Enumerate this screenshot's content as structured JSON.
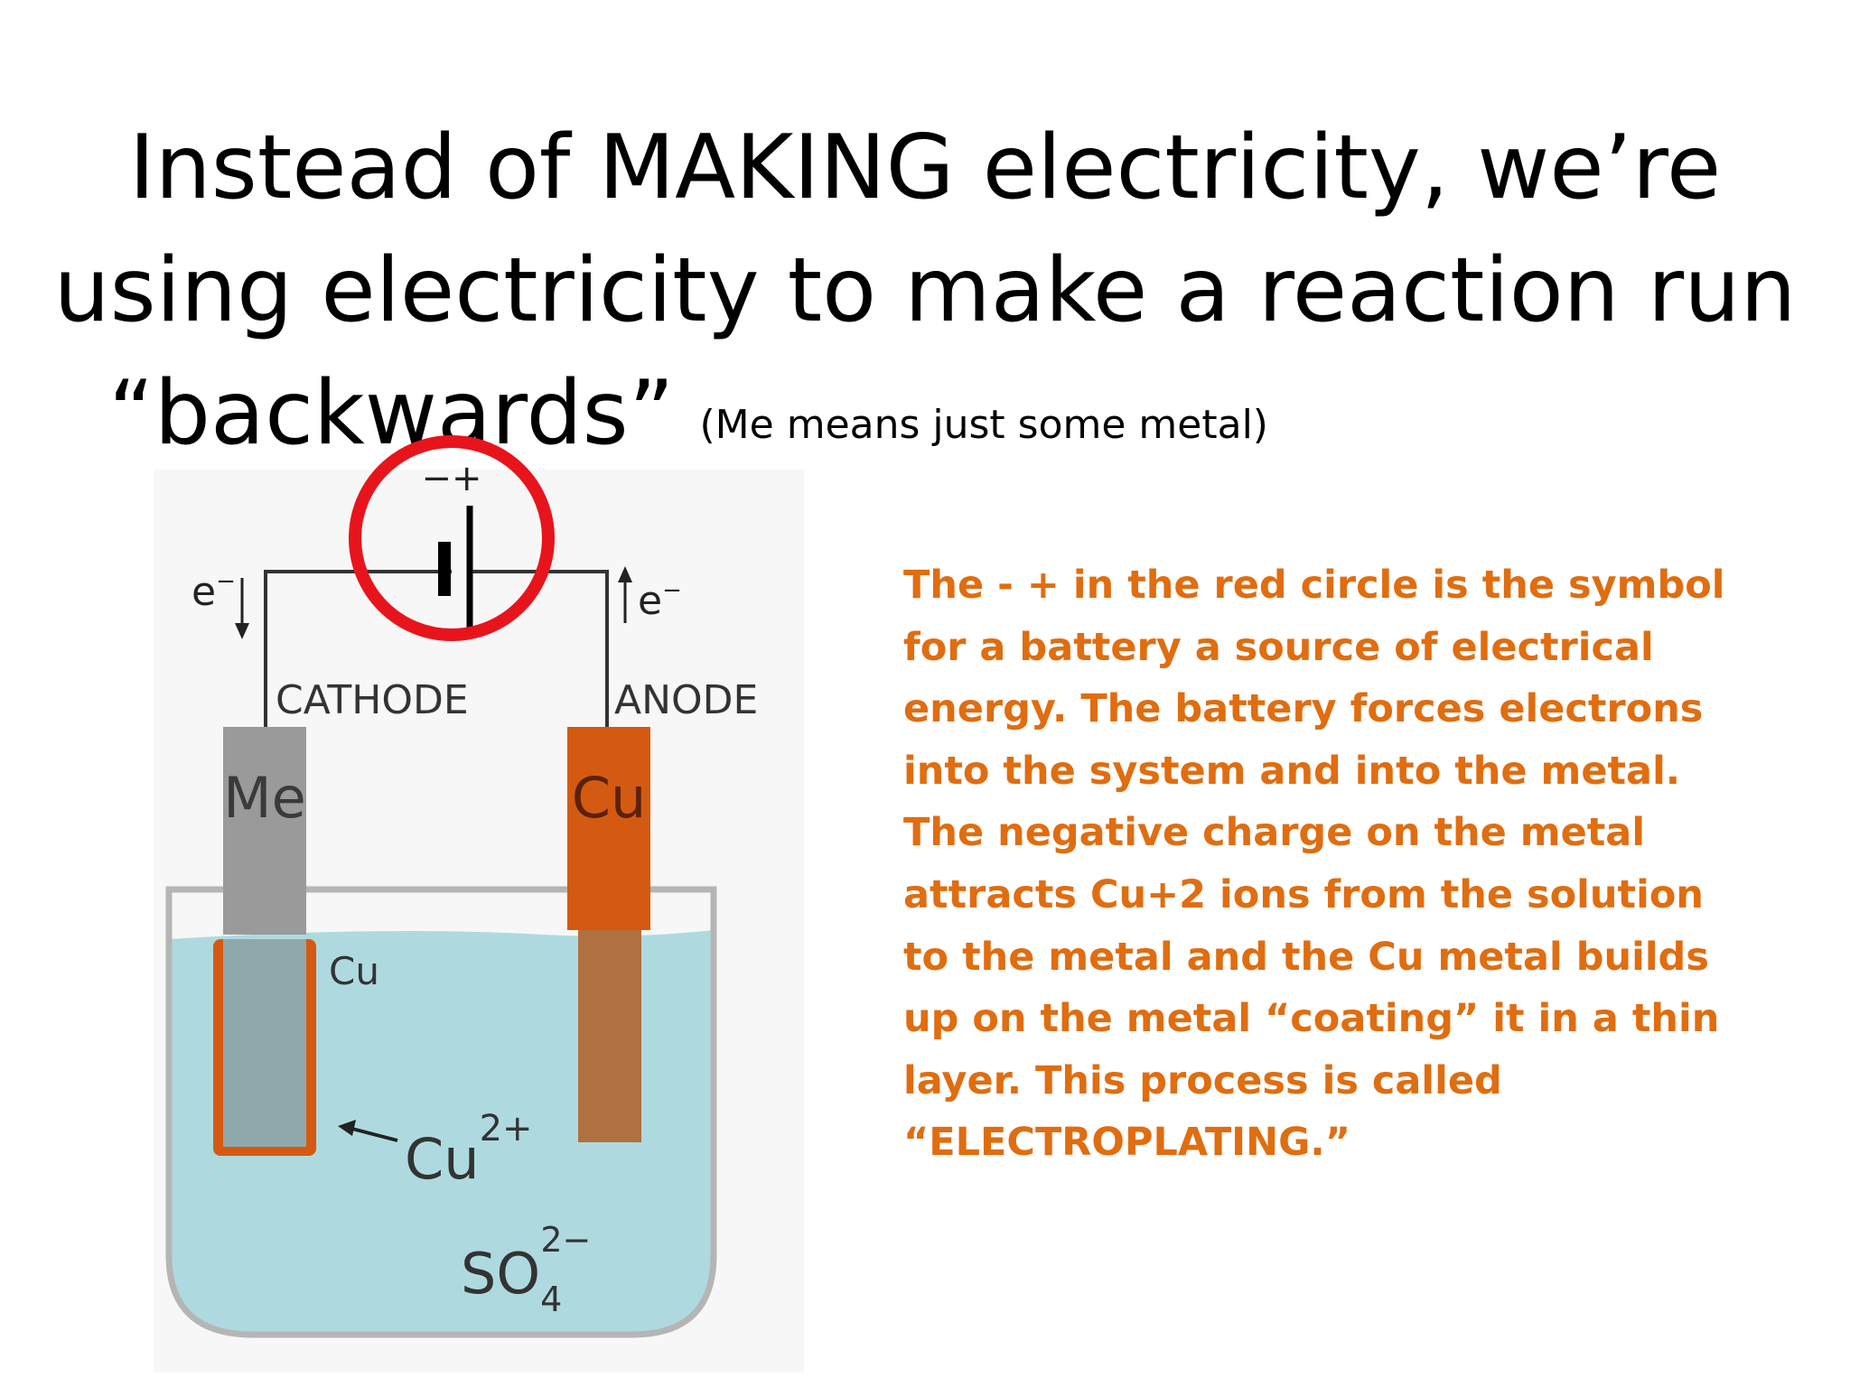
{
  "slide": {
    "title_lines": [
      "Instead of MAKING electricity, we’re",
      "using electricity to make a reaction run",
      "“backwards”"
    ],
    "title_note": "(Me means just some metal)",
    "explanation_lines": [
      "The - + in the red circle is the symbol",
      "for a battery a source of electrical",
      "energy.  The battery forces electrons",
      "into the system and into the metal.",
      "The negative charge on the metal",
      "attracts Cu+2 ions from the solution",
      "to the metal and the Cu metal builds",
      "up on the metal “coating” it in a thin",
      "layer.  This process is called",
      "“ELECTROPLATING.”"
    ]
  },
  "diagram": {
    "battery_polarity": "−+",
    "electron_left": "e",
    "electron_right": "e",
    "electron_charge": "−",
    "cathode_label": "CATHODE",
    "anode_label": "ANODE",
    "cathode_metal": "Me",
    "anode_metal": "Cu",
    "coating_label": "Cu",
    "ion_cu": "Cu",
    "ion_cu_charge": "2+",
    "ion_so": "SO",
    "ion_so_sub": "4",
    "ion_so_charge": "2−",
    "colors": {
      "highlight_circle": "#e8141c",
      "copper": "#d45a12",
      "metal": "#9a9a9a",
      "solution": "#aedadf",
      "text_orange": "#e06d10"
    }
  }
}
